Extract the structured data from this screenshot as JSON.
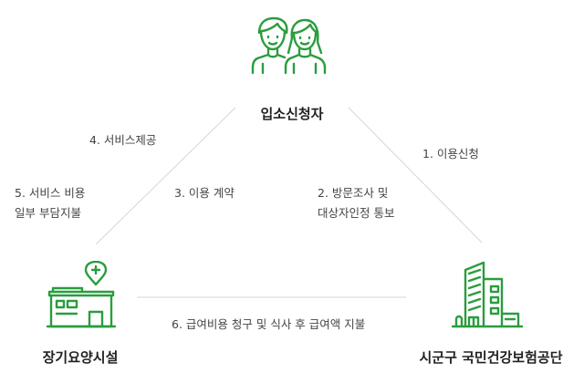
{
  "colors": {
    "icon_green": "#2a9d3e",
    "line_gray": "#d6d6d6",
    "text_dark": "#222222",
    "text_body": "#444444"
  },
  "nodes": {
    "applicant": {
      "label": "입소신청자",
      "icon": "couple-icon"
    },
    "facility": {
      "label": "장기요양시설",
      "icon": "care-facility-icon"
    },
    "agency": {
      "label": "시군구 국민건강보험공단",
      "icon": "office-building-icon"
    }
  },
  "flows": {
    "step1": {
      "lines": [
        "1. 이용신청"
      ]
    },
    "step2": {
      "lines": [
        "2. 방문조사 및",
        "대상자인정 통보"
      ]
    },
    "step3": {
      "lines": [
        "3. 이용 계약"
      ]
    },
    "step4": {
      "lines": [
        "4. 서비스제공"
      ]
    },
    "step5": {
      "lines": [
        "5. 서비스 비용",
        "일부 부담지불"
      ]
    },
    "step6": {
      "lines": [
        "6. 급여비용 청구 및 식사 후 급여액 지불"
      ]
    }
  }
}
